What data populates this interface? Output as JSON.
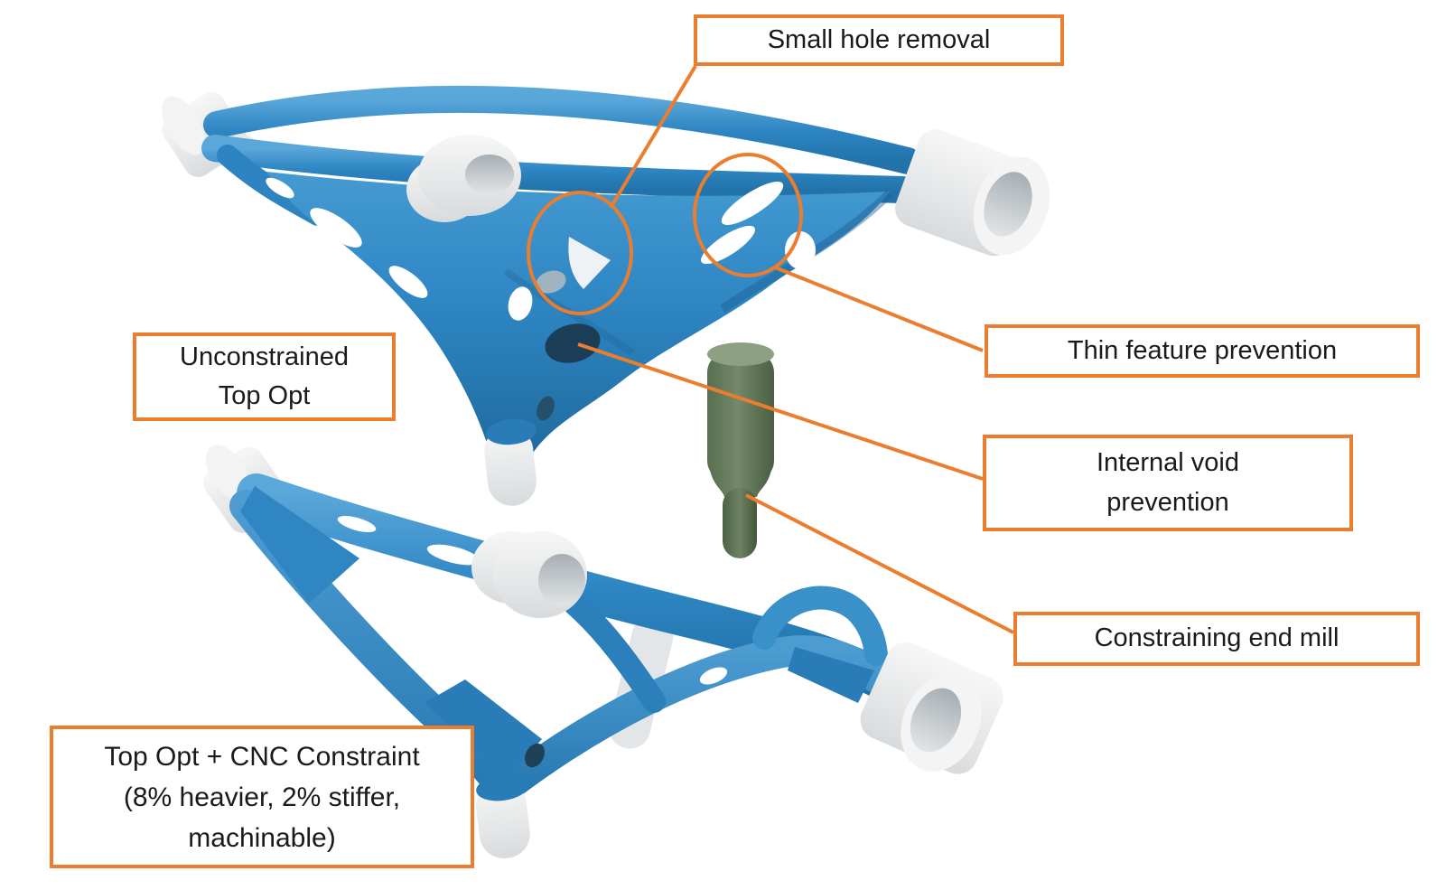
{
  "figure_type": "annotated 3D render comparison of topology optimization results",
  "labels": {
    "small_hole": "Small hole removal",
    "thin_feature": "Thin feature prevention",
    "internal_void": "Internal void\nprevention",
    "end_mill": "Constraining end mill",
    "unconstrained": "Unconstrained\nTop Opt",
    "constrained": "Top Opt + CNC Constraint\n(8% heavier, 2% stiffer,\nmachinable)"
  },
  "colors": {
    "annotation_orange": "#EB7D2F",
    "part_blue": "#2E86C3",
    "part_blue_dark": "#1F6A9E",
    "internal_hole_dark": "#1B3D55",
    "bushing_white": "#E9EBEC",
    "end_mill_green": "#6B8061",
    "text": "#1A1A1A",
    "background": "#FFFFFF"
  },
  "highlights": [
    {
      "name": "small-hole-region",
      "shape": "ellipse"
    },
    {
      "name": "thin-feature-region",
      "shape": "ellipse"
    }
  ],
  "objects": [
    "unconstrained-topology-optimized-part",
    "constrained-topology-optimized-part",
    "green-end-mill-tool",
    "white-bushings"
  ]
}
